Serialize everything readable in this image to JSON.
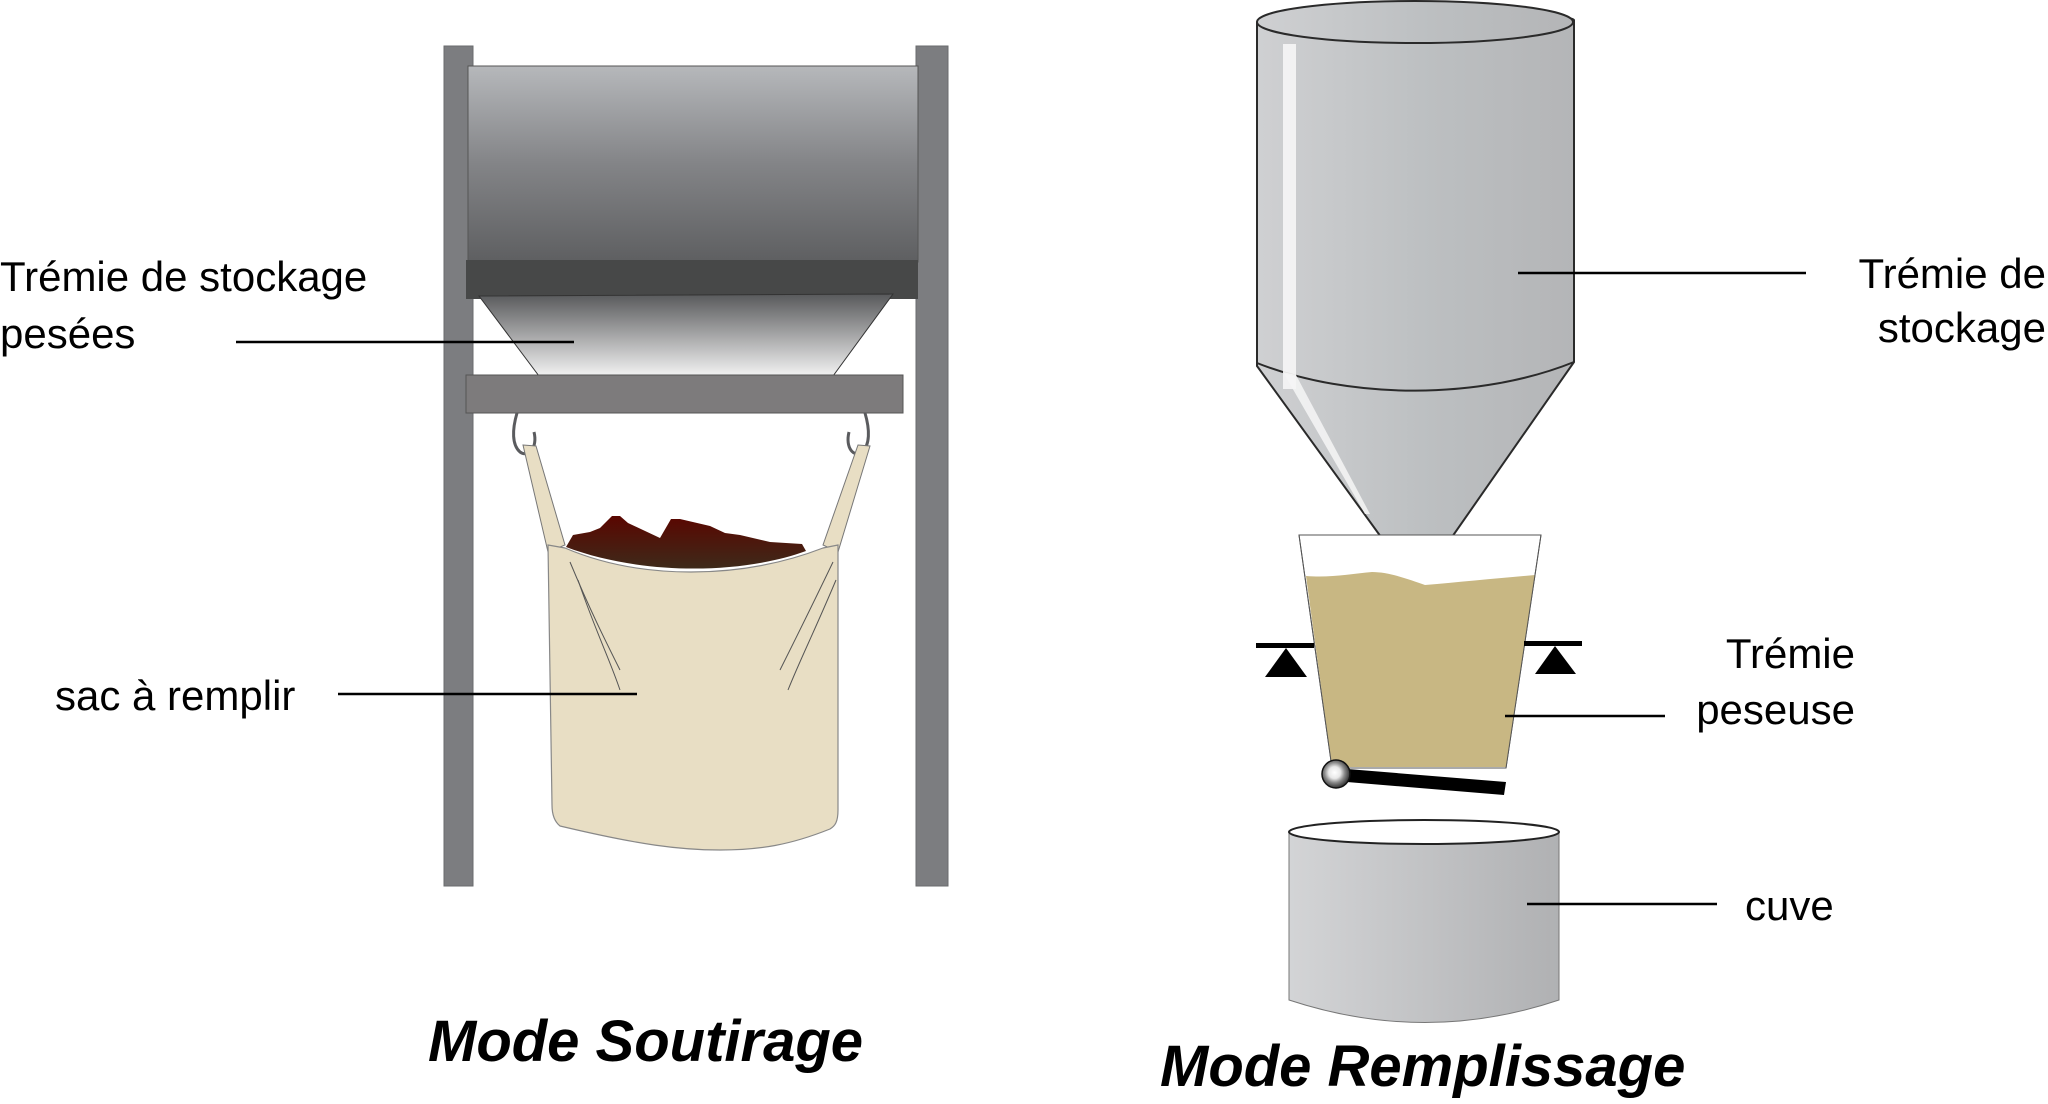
{
  "diagram": {
    "left_panel": {
      "title": "Mode Soutirage",
      "labels": {
        "storage_hopper_line1": "Trémie de stockage",
        "storage_hopper_line2": "pesées",
        "bag": "sac à remplir"
      }
    },
    "right_panel": {
      "title": "Mode Remplissage",
      "labels": {
        "storage_hopper_line1": "Trémie de",
        "storage_hopper_line2": "stockage",
        "weigh_hopper_line1": "Trémie",
        "weigh_hopper_line2": "peseuse",
        "tank": "cuve"
      }
    },
    "colors": {
      "frame": "#7c7d80",
      "dark_band": "#474848",
      "crossbar": "#7d7b7c",
      "bag": "#e8dec4",
      "product_dark": "#5a0a00",
      "weighed_product": "#c8b783",
      "silo_grey": "#c0c2c4"
    }
  }
}
